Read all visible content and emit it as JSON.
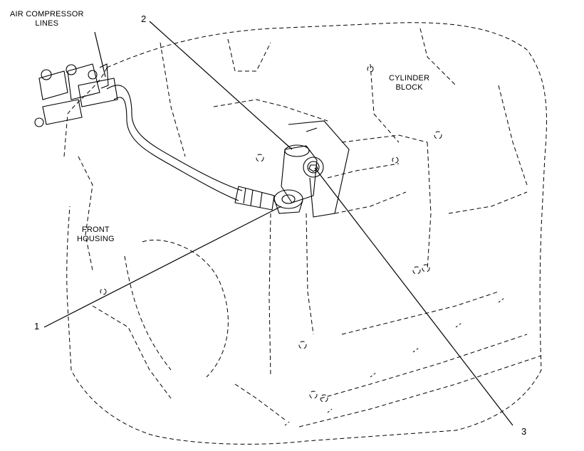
{
  "labels": {
    "air_compressor_line1": "AIR COMPRESSOR",
    "air_compressor_line2": "LINES",
    "cylinder_block_line1": "CYLINDER",
    "cylinder_block_line2": "BLOCK",
    "front_housing_line1": "FRONT",
    "front_housing_line2": "HOUSING"
  },
  "callouts": {
    "one": "1",
    "two": "2",
    "three": "3"
  },
  "colors": {
    "ink": "#000000",
    "background": "#ffffff"
  }
}
